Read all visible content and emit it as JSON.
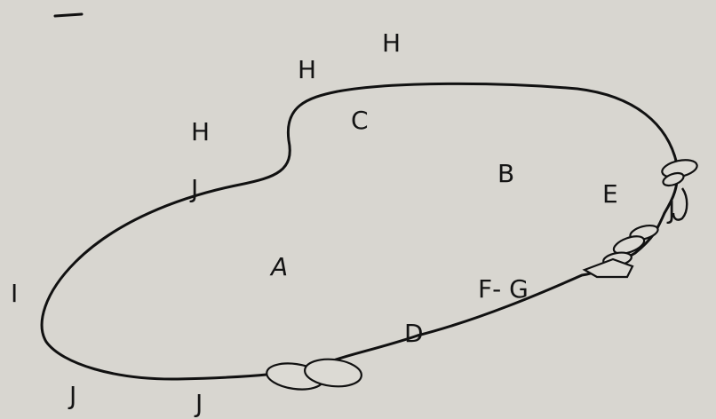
{
  "diagram": {
    "labels": {
      "a": "A",
      "b": "B",
      "c": "C",
      "d": "D",
      "e": "E",
      "fg": "F- G",
      "i": "I",
      "h1": "H",
      "h2": "H",
      "h3": "H",
      "j_upper": "J",
      "j_right": "J",
      "j_bottom_left": "J",
      "j_bottom_mid": "J"
    }
  }
}
